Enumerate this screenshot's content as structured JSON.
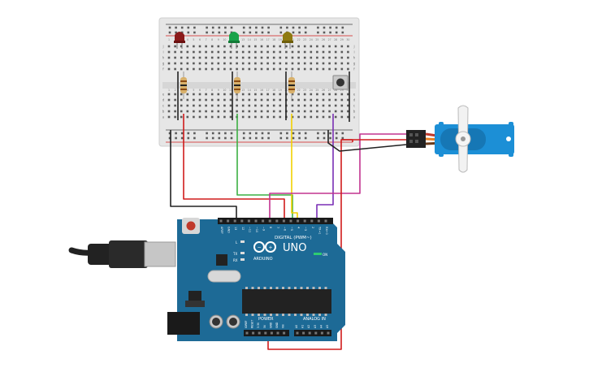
{
  "canvas": {
    "background": "#ffffff"
  },
  "board": {
    "name_label": "UNO",
    "logo_label": "ARDUINO",
    "digital_label": "DIGITAL (PWM~)",
    "power_label": "POWER",
    "analog_label": "ANALOG IN",
    "on_label": "ON",
    "tx_label": "TX",
    "rx_label": "RX",
    "l_label": "L",
    "top_header_labels": [
      "AREF",
      "GND",
      "13",
      "12",
      "~11",
      "~10",
      "~9",
      "8",
      "7",
      "~6",
      "~5",
      "4",
      "~3",
      "2",
      "TX→1",
      "RX←0"
    ],
    "power_header_labels": [
      "IOREF",
      "RESET",
      "3.3V",
      "5V",
      "GND",
      "GND",
      "Vin"
    ],
    "analog_header_labels": [
      "A0",
      "A1",
      "A2",
      "A3",
      "A4",
      "A5"
    ],
    "board_color": "#1d6a96"
  },
  "breadboard": {
    "column_numbers": [
      "1",
      "2",
      "3",
      "4",
      "5",
      "6",
      "7",
      "8",
      "9",
      "10",
      "11",
      "12",
      "13",
      "14",
      "15",
      "16",
      "17",
      "18",
      "19",
      "20",
      "21",
      "22",
      "23",
      "24",
      "25",
      "26",
      "27",
      "28",
      "29",
      "30"
    ],
    "row_letters_top": [
      "j",
      "i",
      "h",
      "g",
      "f"
    ],
    "row_letters_bottom": [
      "e",
      "d",
      "c",
      "b",
      "a"
    ]
  },
  "components": {
    "leds": [
      {
        "name": "red",
        "color": "#8b1a1a"
      },
      {
        "name": "green",
        "color": "#1aa34a"
      },
      {
        "name": "yellow",
        "color": "#8f7a10"
      }
    ],
    "pushbutton": {
      "name": "pushbutton"
    },
    "servo": {
      "name": "servo",
      "color": "#1c8fd6"
    },
    "usb_cable": {
      "name": "usb-cable"
    }
  },
  "wires": [
    {
      "name": "gnd-wire",
      "color": "#222222"
    },
    {
      "name": "red-led-wire",
      "color": "#d01c1c"
    },
    {
      "name": "green-led-wire",
      "color": "#3cb043"
    },
    {
      "name": "yellow-led-wire",
      "color": "#f2d100"
    },
    {
      "name": "purple-button-wire",
      "color": "#7a2fb5"
    },
    {
      "name": "servo-signal-wire",
      "color": "#c2338f"
    },
    {
      "name": "servo-power-wire",
      "color": "#d01c1c"
    },
    {
      "name": "servo-gnd-wire",
      "color": "#222222"
    }
  ]
}
